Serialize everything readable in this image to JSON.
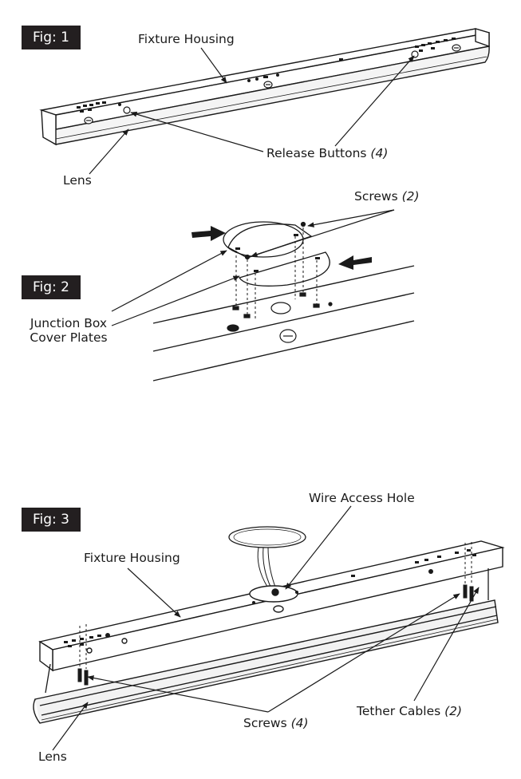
{
  "fig1": {
    "tag": "Fig: 1",
    "fixture_housing": "Fixture Housing",
    "release_buttons": "Release Buttons",
    "release_buttons_qty": "(4)",
    "lens": "Lens"
  },
  "fig2": {
    "tag": "Fig: 2",
    "screws": "Screws",
    "screws_qty": "(2)",
    "junction_box_line1": "Junction Box",
    "junction_box_line2": "Cover Plates"
  },
  "fig3": {
    "tag": "Fig: 3",
    "wire_access_hole": "Wire Access Hole",
    "fixture_housing": "Fixture Housing",
    "screws": "Screws",
    "screws_qty": "(4)",
    "tether_cables": "Tether Cables",
    "tether_cables_qty": "(2)",
    "lens": "Lens"
  }
}
